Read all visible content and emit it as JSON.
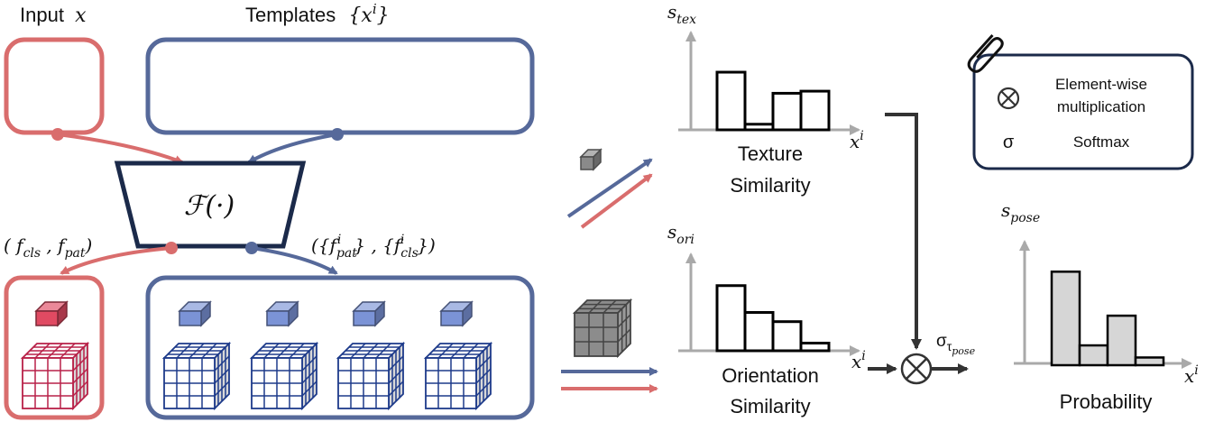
{
  "colors": {
    "input": "#d96d6d",
    "template": "#56699a",
    "network": "#1b2a4a",
    "feature_red": "#e04a62",
    "feature_blue": "#7b93d6",
    "cube_red": "#b82148",
    "cube_blue": "#1d3a8a",
    "hist_bar": "#d6d6d6",
    "axis": "#a9a9a9"
  },
  "input": {
    "label": "Input",
    "symbol": "x"
  },
  "templates": {
    "label": "Templates",
    "symbol": "{x",
    "sup": "i",
    "close": "}"
  },
  "network": {
    "label": "ℱ(·)"
  },
  "features_input": {
    "label_open": "( f",
    "cls": "cls",
    "sep": " , f",
    "pat": "pat",
    "label_close": ")"
  },
  "features_template": {
    "label": "({f",
    "pat": "pat",
    "i": "i",
    "mid": "} , {f",
    "cls": "cls",
    "close": "})"
  },
  "texture": {
    "ylabel_s": "s",
    "ylabel_sub": "tex",
    "xlabel": "x",
    "xlabel_sup": "i",
    "title_line1": "Texture",
    "title_line2": "Similarity",
    "values": [
      0.82,
      0.08,
      0.52,
      0.55
    ]
  },
  "orientation": {
    "ylabel_s": "s",
    "ylabel_sub": "ori",
    "xlabel": "x",
    "xlabel_sup": "i",
    "title_line1": "Orientation",
    "title_line2": "Similarity",
    "values": [
      0.85,
      0.5,
      0.38,
      0.1
    ]
  },
  "probability": {
    "ylabel_s": "s",
    "ylabel_sub": "pose",
    "xlabel": "x",
    "xlabel_sup": "i",
    "title": "Probability",
    "values": [
      0.85,
      0.18,
      0.45,
      0.07
    ]
  },
  "softmax_label": {
    "sigma": "σ",
    "sub": "τ",
    "subsub": "pose"
  },
  "legend": {
    "mult_symbol": "⊗",
    "mult_line1": "Element-wise",
    "mult_line2": "multiplication",
    "softmax_symbol": "σ",
    "softmax_label": "Softmax"
  }
}
